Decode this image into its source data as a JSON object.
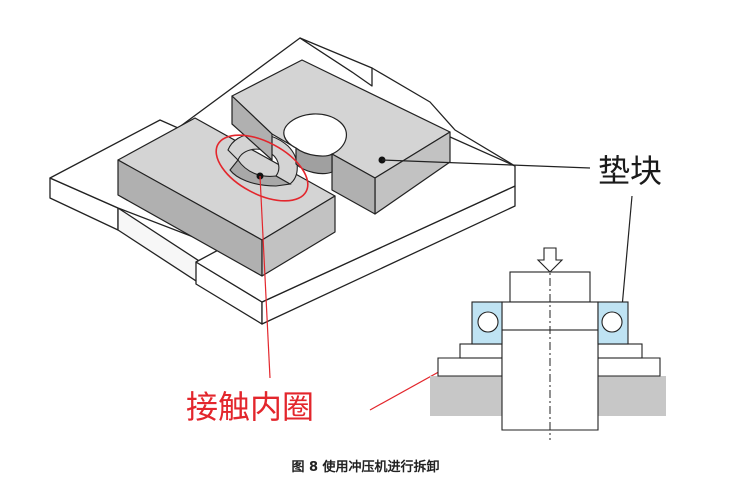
{
  "labels": {
    "pad": "垫块",
    "contact": "接触内圈"
  },
  "caption": "图 8  使用冲压机进行拆卸",
  "colors": {
    "outline": "#222222",
    "pad_top": "#d4d4d4",
    "pad_side": "#b3b3b3",
    "pad_front": "#a6a6a6",
    "highlight": "#e3262c",
    "bearing": "#bfe3f3",
    "ground": "#c7c7c7"
  }
}
